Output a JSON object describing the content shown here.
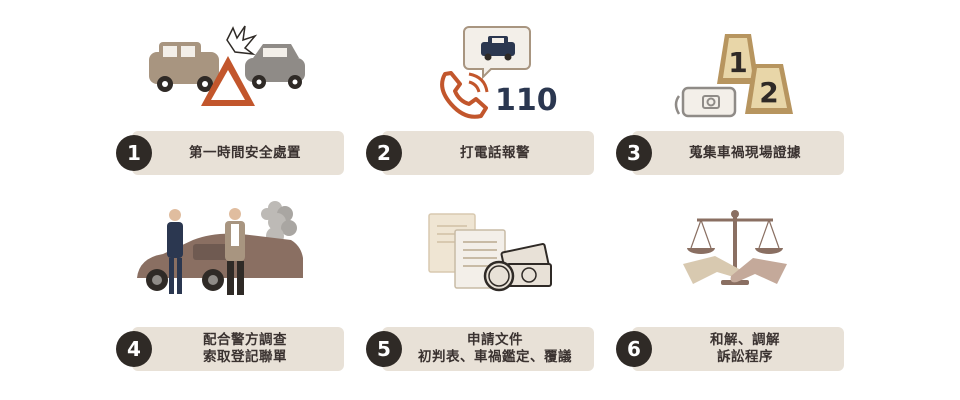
{
  "colors": {
    "bar": "#e8e1d7",
    "badge": "#2f2a26",
    "text": "#3a3230",
    "accent": "#c2562c",
    "navy": "#2b3750"
  },
  "phone_number": "110",
  "evidence_markers": [
    "1",
    "2"
  ],
  "steps": [
    {
      "number": "1",
      "lines": [
        "第一時間安全處置"
      ],
      "icon": "car-accident-icon"
    },
    {
      "number": "2",
      "lines": [
        "打電話報警"
      ],
      "icon": "phone-call-police-icon"
    },
    {
      "number": "3",
      "lines": [
        "蒐集車禍現場證據"
      ],
      "icon": "evidence-camera-icon"
    },
    {
      "number": "4",
      "lines": [
        "配合警方調查",
        "索取登記聯單"
      ],
      "icon": "police-investigation-icon"
    },
    {
      "number": "5",
      "lines": [
        "申請文件",
        "初判表、車禍鑑定、覆議"
      ],
      "icon": "documents-money-icon"
    },
    {
      "number": "6",
      "lines": [
        "和解、調解",
        "訴訟程序"
      ],
      "icon": "scales-handshake-icon"
    }
  ]
}
